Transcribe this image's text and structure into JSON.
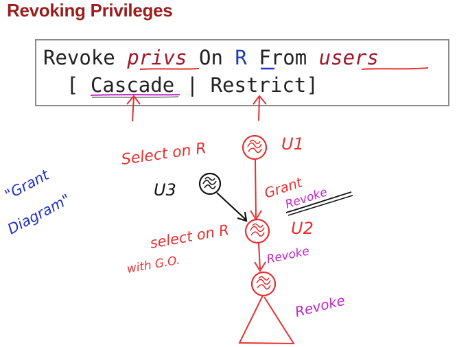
{
  "slide": {
    "title": "Revoking Privileges"
  },
  "syntax": {
    "line1": {
      "kw_revoke": "Revoke",
      "privs": "privs",
      "kw_on": "On",
      "relation": "R",
      "kw_from": "From",
      "users": "users"
    },
    "line2": {
      "open_bracket": "[",
      "cascade": "Cascade",
      "separator": "|",
      "restrict": "Restrict",
      "close_bracket": "]"
    }
  },
  "annotations": {
    "grant_diagram_line1": "\"Grant",
    "grant_diagram_line2": "Diagram\"",
    "select_on_r": "Select on R",
    "u1": "U1",
    "u2": "U2",
    "u3": "U3",
    "grant": "Grant",
    "revoke_edge": "Revoke",
    "select_on_r_go_line1": "select on R",
    "select_on_r_go_line2": "with G.O.",
    "revoke_u2_down": "Revoke",
    "revoke_bottom": "Revoke"
  },
  "colors": {
    "title": "#9b1c1c",
    "pen_red": "#e53030",
    "pen_magenta": "#c025c8",
    "pen_blue": "#1f2fd0",
    "pen_black": "#111111",
    "code_red": "#a0172a",
    "code_blue": "#1f3cb0",
    "box_border": "#8a8a8a"
  }
}
